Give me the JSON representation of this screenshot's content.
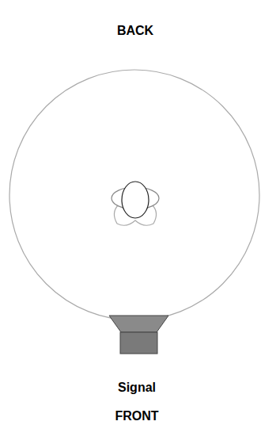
{
  "diagram": {
    "labels": [
      "BACK",
      "Signal",
      "FRONT"
    ]
  }
}
